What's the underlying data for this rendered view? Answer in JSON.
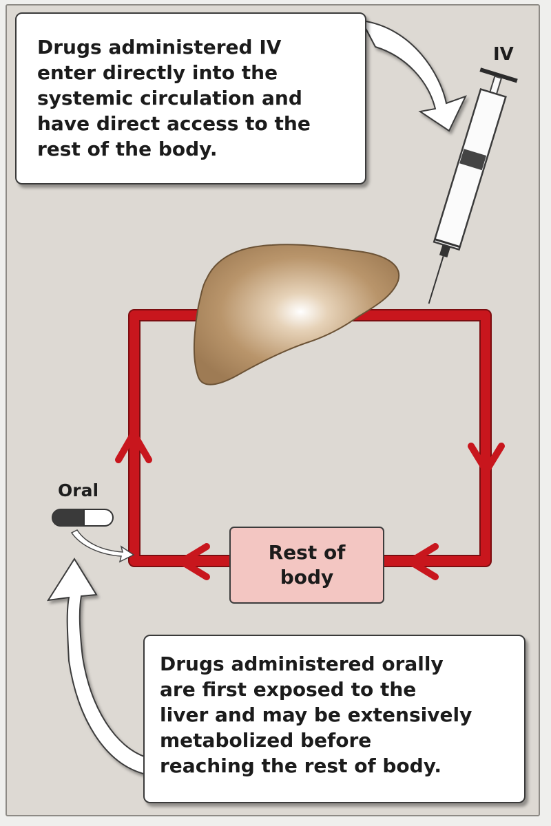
{
  "iv_callout": {
    "text": "Drugs administered IV\nenter directly into the\nsystemic circulation and\nhave direct access to the\nrest of the body."
  },
  "oral_callout": {
    "text": "Drugs administered orally\nare first exposed to the\nliver and may be extensively\nmetabolized before\nreaching the rest of body."
  },
  "labels": {
    "iv": "IV",
    "oral": "Oral",
    "rest_of_body": "Rest of\nbody"
  },
  "icons": {
    "liver": "liver-icon",
    "syringe": "syringe-icon",
    "capsule": "capsule-icon"
  },
  "colors": {
    "circulation": "#c8161d",
    "liver": "#b08c62",
    "rest_box": "#f3c6c2",
    "panel": "#ddd9d3"
  }
}
